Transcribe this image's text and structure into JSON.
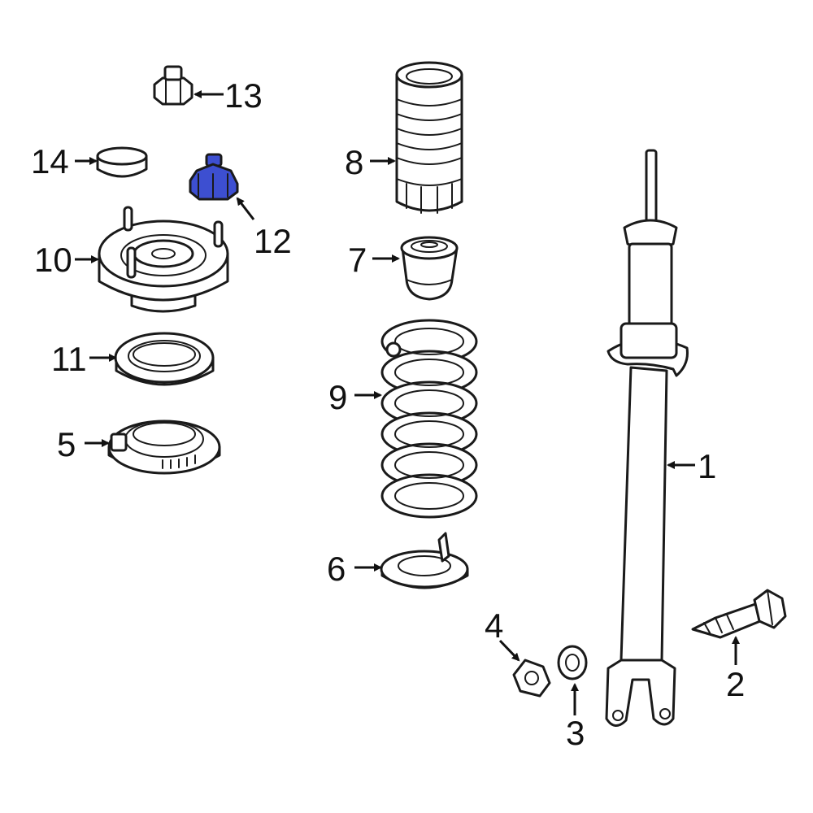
{
  "callouts": {
    "c1": "1",
    "c2": "2",
    "c3": "3",
    "c4": "4",
    "c5": "5",
    "c6": "6",
    "c7": "7",
    "c8": "8",
    "c9": "9",
    "c10": "10",
    "c11": "11",
    "c12": "12",
    "c13": "13",
    "c14": "14"
  },
  "colors": {
    "highlight": "#3d4fd1",
    "line": "#1a1a1a",
    "background": "#ffffff"
  },
  "highlighted_part": "12"
}
